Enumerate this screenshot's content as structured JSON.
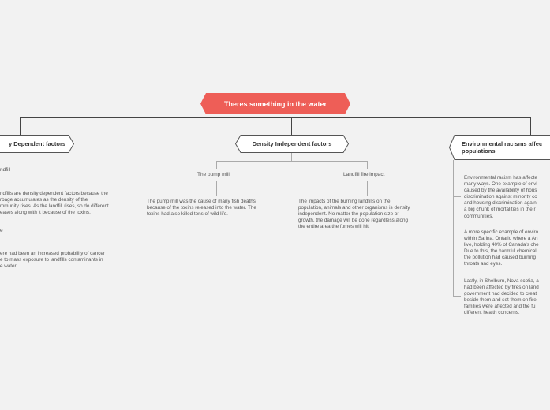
{
  "root": {
    "label": "Theres something in the water",
    "color": "#ee5e57"
  },
  "branches": [
    {
      "label": "y Dependent factors",
      "items": [
        {
          "subtopic": "ndfill",
          "text": "ndfills are density dependent factors because the\nrbage accumulates as the density of the\nmmunity rises. As the landfill rises, so do different\neases along with it because of the toxins."
        },
        {
          "subtopic": "e",
          "text": "ere had been an increased probability of cancer\ne to mass exposure to landfills contaminants in\ne water."
        }
      ]
    },
    {
      "label": "Density Independent factors",
      "items": [
        {
          "subtopic": "The pump mill",
          "text": "The pump mill was the cause of many fish deaths\nbecause of the toxins released into the water. The\ntoxins had also killed tons of wild life."
        },
        {
          "subtopic": "Landfill fire impact",
          "text": "The impacts of the burning landfills on the\npopulation, animals and other organisms is density\nindependent. No matter the population size or\ngrowth, the damage will be done regardless along\nthe entire area the fumes will hit."
        }
      ]
    },
    {
      "label": "Environmental racisms affec\npopulations",
      "items": [
        {
          "text": "Environmental racism has affecte\nmany ways. One example of envi\ncaused by the availability of hous\ndiscrimination against minority co\nand housing discrimination again\na big chunk of mortalities in the r\ncommunities."
        },
        {
          "text": "A more specific example of enviro\nwithin Sarina, Ontario where a An\nlive, holding 40% of Canada's che\nDue to this, the harmful chemical\nthe pollution had caused burning\nthroats and eyes."
        },
        {
          "text": "Lastly, in Shelburn, Nova scotia, a\nhad been affected by fires on land\ngovernment had decided to creat\nbeside them and set them on fire\nfamilies were affected and the fu\ndifferent health concerns."
        }
      ]
    }
  ]
}
